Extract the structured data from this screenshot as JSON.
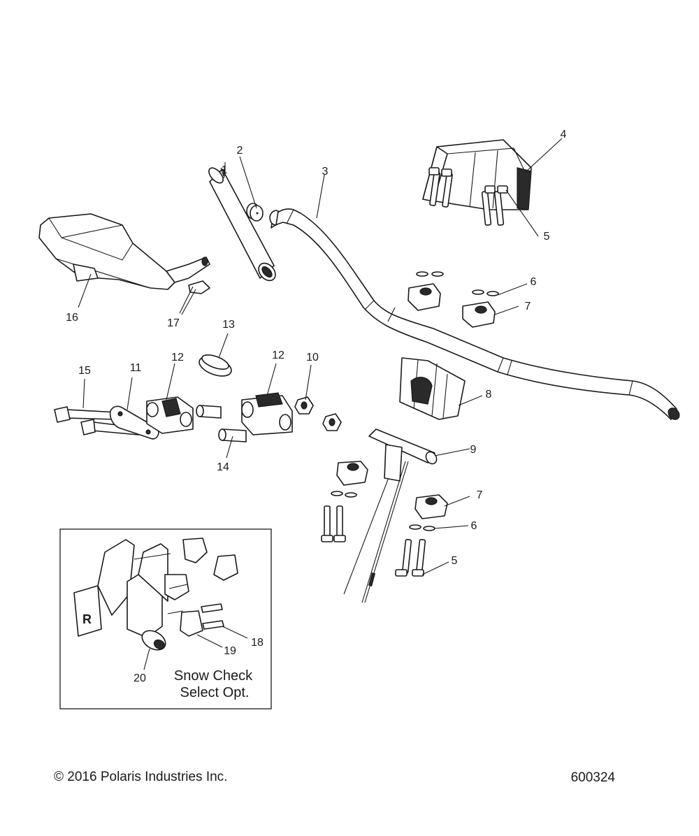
{
  "callouts": [
    {
      "id": "c1",
      "text": "1"
    },
    {
      "id": "c2",
      "text": "2"
    },
    {
      "id": "c3",
      "text": "3"
    },
    {
      "id": "c4",
      "text": "4"
    },
    {
      "id": "c5a",
      "text": "5"
    },
    {
      "id": "c6a",
      "text": "6"
    },
    {
      "id": "c7a",
      "text": "7"
    },
    {
      "id": "c8",
      "text": "8"
    },
    {
      "id": "c9",
      "text": "9"
    },
    {
      "id": "c7b",
      "text": "7"
    },
    {
      "id": "c6b",
      "text": "6"
    },
    {
      "id": "c5b",
      "text": "5"
    },
    {
      "id": "c10",
      "text": "10"
    },
    {
      "id": "c11",
      "text": "11"
    },
    {
      "id": "c12a",
      "text": "12"
    },
    {
      "id": "c12b",
      "text": "12"
    },
    {
      "id": "c13",
      "text": "13"
    },
    {
      "id": "c14",
      "text": "14"
    },
    {
      "id": "c15",
      "text": "15"
    },
    {
      "id": "c16",
      "text": "16"
    },
    {
      "id": "c17",
      "text": "17"
    },
    {
      "id": "c18",
      "text": "18"
    },
    {
      "id": "c19",
      "text": "19"
    },
    {
      "id": "c20",
      "text": "20"
    }
  ],
  "inset": {
    "line1": "Snow Check",
    "line2": "Select Opt."
  },
  "footer": {
    "copyright": "© 2016 Polaris Industries Inc.",
    "figure_number": "600324"
  }
}
